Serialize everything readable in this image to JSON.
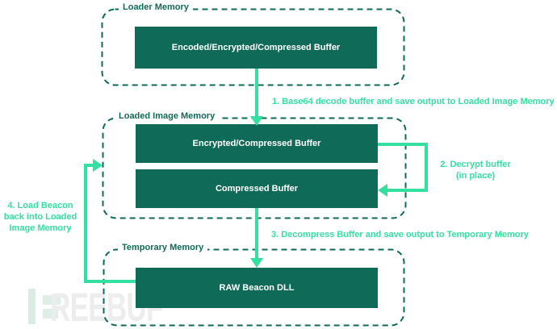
{
  "regions": [
    {
      "label": "Loader Memory",
      "boxes": [
        "Encoded/Encrypted/Compressed Buffer"
      ]
    },
    {
      "label": "Loaded Image Memory",
      "boxes": [
        "Encrypted/Compressed Buffer",
        "Compressed Buffer"
      ]
    },
    {
      "label": "Temporary Memory",
      "boxes": [
        "RAW Beacon DLL"
      ]
    }
  ],
  "steps": [
    {
      "label": "1. Base64 decode buffer and save output to Loaded Image Memory"
    },
    {
      "label": "2. Decrypt buffer\n(in place)"
    },
    {
      "label": "3. Decompress Buffer and save output to Temporary Memory"
    },
    {
      "label": "4. Load Beacon\nback into Loaded\nImage Memory"
    }
  ],
  "watermark": {
    "text": "REEBUF"
  },
  "colors": {
    "dark_green": "#0f6a57",
    "mint_green": "#34e0a0",
    "watermark_gray": "#ededed",
    "watermark_green": "#dfefe7"
  }
}
